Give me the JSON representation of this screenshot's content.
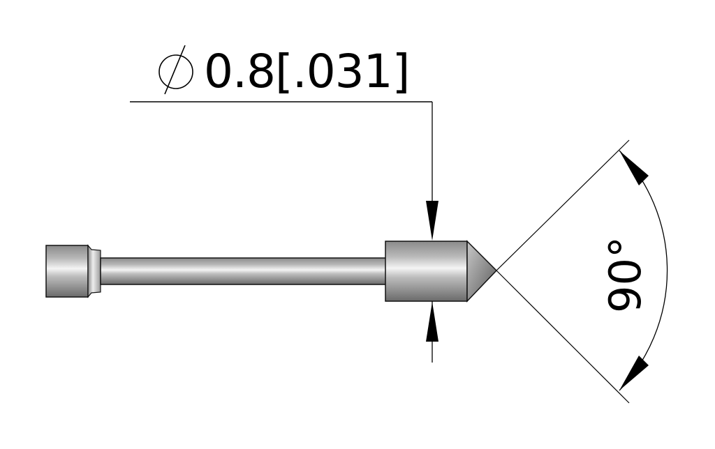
{
  "drawing": {
    "type": "technical-drawing",
    "subject": "probe pin with conical tip",
    "colors": {
      "background": "#ffffff",
      "line": "#000000",
      "part_dark": "#6e6e6e",
      "part_mid": "#b4b4b4",
      "part_light": "#f2f2f2"
    }
  },
  "dimensions": {
    "diameter": {
      "symbol": "⌀",
      "symbol_name": "diameter-symbol",
      "value_mm": "0.8",
      "value_in": "[.031]",
      "label": "0.8[.031]"
    },
    "angle": {
      "value": "90°",
      "description": "tip cone angle"
    }
  }
}
